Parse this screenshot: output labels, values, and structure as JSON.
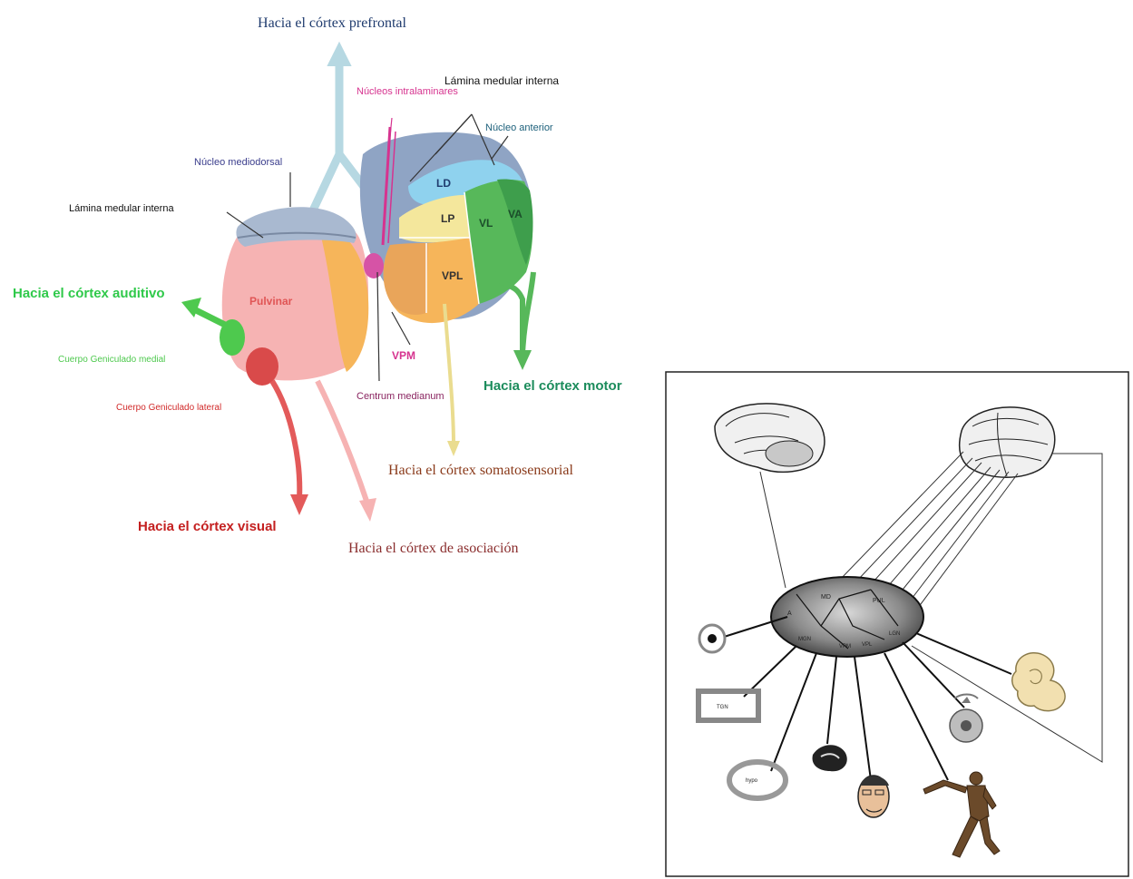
{
  "left_diagram": {
    "labels": {
      "prefrontal": "Hacia el córtex prefrontal",
      "intralaminar": "Núcleos intralaminares",
      "medular_top": "Lámina medular interna",
      "anterior": "Núcleo anterior",
      "mediodorsal": "Núcleo mediodorsal",
      "medular_left": "Lámina medular interna",
      "auditory": "Hacia el córtex auditivo",
      "medial_geniculate": "Cuerpo Geniculado medial",
      "lateral_geniculate": "Cuerpo Geniculado lateral",
      "visual": "Hacia el córtex visual",
      "association": "Hacia el córtex de asociación",
      "centrum": "Centrum medianum",
      "somatosensory": "Hacia el córtex somatosensorial",
      "motor": "Hacia el córtex motor",
      "pulvinar": "Pulvinar",
      "ld": "LD",
      "lp": "LP",
      "vl": "VL",
      "va": "VA",
      "vpl": "VPL",
      "vpm": "VPM"
    },
    "colors": {
      "prefrontal": "#1f3b6e",
      "intralaminar": "#d6338f",
      "auditory": "#2fc94a",
      "medial_geniculate": "#4ec94e",
      "lateral_geniculate": "#d12a2a",
      "visual": "#c42020",
      "association": "#8a2d2d",
      "somatosensory": "#8a3a1a",
      "motor": "#1c8c5c",
      "pulvinar": "#f6b3b3",
      "orange": "#f6b55a",
      "blue_grey": "#8fa4c4",
      "light_blue": "#8fd2ee",
      "green": "#57b85a",
      "yellow": "#f4e79c"
    }
  },
  "right_diagram": {
    "labels": {
      "md": "MD",
      "a": "A",
      "pul": "PUL",
      "mgn": "MGN",
      "vpm": "VPM",
      "vpl": "VPL",
      "lgn": "LGN",
      "tgn": "TGN",
      "oval": "hypo"
    }
  }
}
